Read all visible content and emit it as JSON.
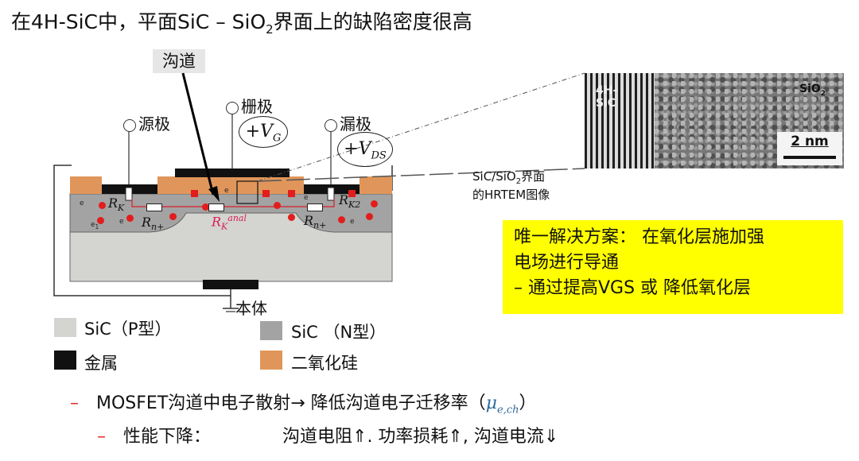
{
  "title": {
    "main": "在4H-SiC中，平面SiC – SiO",
    "sub": "2",
    "tail": "界面上的缺陷密度很高"
  },
  "channel_label": "沟道",
  "terminals": {
    "source": "源极",
    "gate": "栅极",
    "drain": "漏极",
    "body": "本体"
  },
  "voltages": {
    "vg": {
      "sign": "+",
      "var": "V",
      "sub": "G"
    },
    "vds": {
      "sign": "+",
      "var": "V",
      "sub": "DS"
    }
  },
  "resistors": {
    "rk1": {
      "main": "R",
      "sub": "K"
    },
    "rn1": {
      "main": "R",
      "sub": "n+"
    },
    "rchannel": {
      "main": "R",
      "sub": "K",
      "sup": "anal"
    },
    "rn2": {
      "main": "R",
      "sub": "n+"
    },
    "rk2": {
      "main": "R",
      "sub": "K2"
    }
  },
  "electron_label": "e",
  "electron_sub": "1",
  "hrtem": {
    "label_sic_line1": "4H-",
    "label_sic_line2": "SiC",
    "label_sio2_main": "SiO",
    "label_sio2_sub": "2",
    "scale": "2 nm",
    "caption_line1_a": "SiC/SiO",
    "caption_line1_sub": "2",
    "caption_line1_b": "界面",
    "caption_line2": "的HRTEM图像"
  },
  "solution": {
    "line1": "唯一解决方案：  在氧化层施加强",
    "line2": "电场进行导通",
    "line3": "– 通过提高VGS 或 降低氧化层"
  },
  "legend": [
    {
      "label": "SiC（P型）",
      "color": "#d4d4d0"
    },
    {
      "label": "SiC （N型）",
      "color": "#a3a3a3"
    },
    {
      "label": "金属",
      "color": "#111111"
    },
    {
      "label": "二氧化硅",
      "color": "#e0965a"
    }
  ],
  "bullets": {
    "b1_text": "MOSFET沟道中电子散射→ 降低沟道电子迁移率（",
    "b1_mu": "μ",
    "b1_mu_sub": "e,ch",
    "b1_close": "）",
    "b2_label": "性能下降：",
    "b2_text": "沟道电阻⇑. 功率损耗⇑, 沟道电流⇓",
    "dash": "–"
  }
}
